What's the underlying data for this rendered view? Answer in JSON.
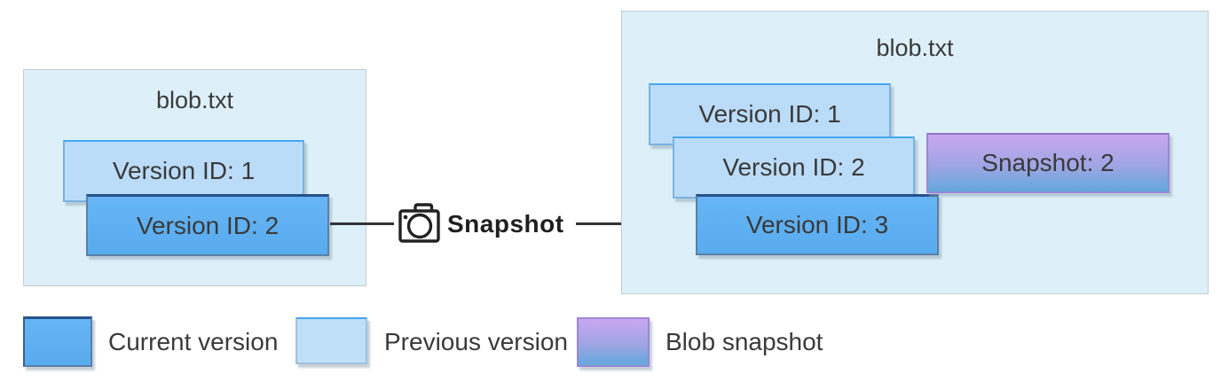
{
  "diagram": {
    "source_blob": {
      "title": "blob.txt",
      "versions": [
        {
          "label": "Version ID: 1",
          "type": "previous"
        },
        {
          "label": "Version ID: 2",
          "type": "current"
        }
      ]
    },
    "transition": {
      "icon": "camera-icon",
      "label": "Snapshot"
    },
    "result_blob": {
      "title": "blob.txt",
      "versions": [
        {
          "label": "Version ID: 1",
          "type": "previous"
        },
        {
          "label": "Version ID: 2",
          "type": "previous"
        },
        {
          "label": "Version ID: 3",
          "type": "current"
        }
      ],
      "snapshot": {
        "label": "Snapshot: 2",
        "type": "snapshot"
      }
    },
    "legend": [
      {
        "label": "Current version",
        "type": "current"
      },
      {
        "label": "Previous version",
        "type": "previous"
      },
      {
        "label": "Blob snapshot",
        "type": "snapshot"
      }
    ],
    "colors": {
      "container_fill": "#ddf0f9",
      "current_version_fill": "#5fb0f0",
      "previous_version_fill": "#bbdcf8",
      "snapshot_gradient_top": "#c9a7f0",
      "snapshot_gradient_bottom": "#62a8de",
      "text": "#3a3a3a",
      "arrow": "#333333"
    }
  }
}
